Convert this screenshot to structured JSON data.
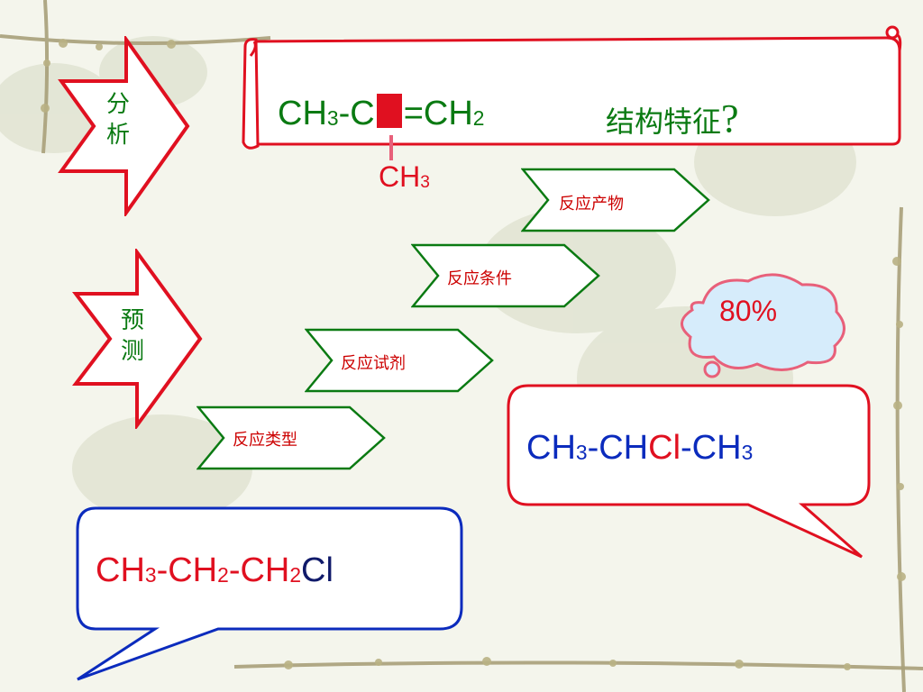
{
  "slide": {
    "analysis_label_line1": "分",
    "analysis_label_line2": "析",
    "predict_label_line1": "预",
    "predict_label_line2": "测",
    "title_formula": {
      "part1": "CH",
      "part1_sub": "3",
      "part2": "-C",
      "part3": "=CH",
      "part3_sub": "2",
      "suffix": "结构特征",
      "question": "?"
    },
    "branch_formula": {
      "text": "CH",
      "sub": "3"
    },
    "chevrons": [
      {
        "label": "反应产物"
      },
      {
        "label": "反应条件"
      },
      {
        "label": "反应试剂"
      },
      {
        "label": "反应类型"
      }
    ],
    "cloud_text": "80%",
    "product_major": {
      "p1": "CH",
      "p1_sub": "3",
      "p2": "-CH",
      "p3": "Cl",
      "p4": "-CH",
      "p4_sub": "3"
    },
    "product_minor": {
      "p1": "CH",
      "p1_sub": "3",
      "p2": "-CH",
      "p2_sub": "2",
      "p3": "-CH",
      "p3_sub": "2",
      "p4": "Cl"
    }
  },
  "colors": {
    "green": "#0a7a12",
    "red": "#e01020",
    "blue": "#0b2bbd",
    "navy": "#101a6a",
    "cloud_fill": "#d6ecfb",
    "bg": "#f4f5ec"
  }
}
